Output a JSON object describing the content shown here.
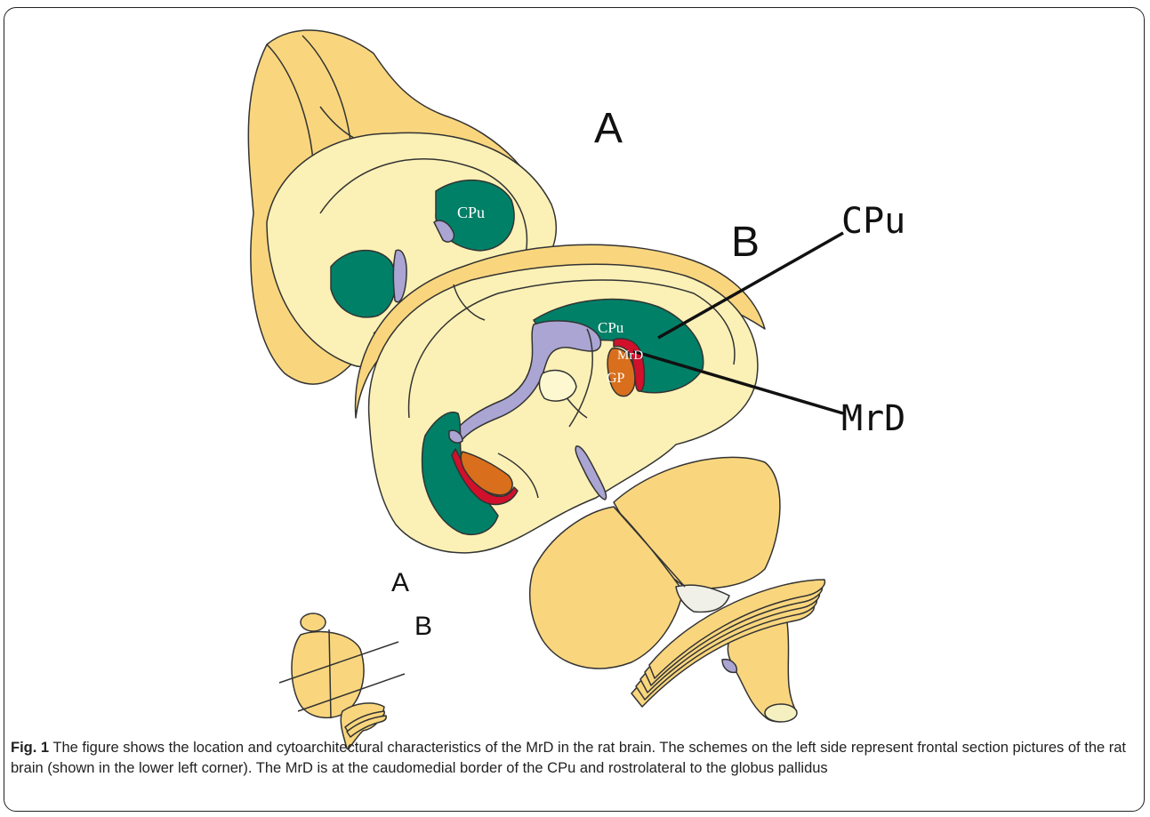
{
  "figure": {
    "panel_labels": {
      "large_a": "A",
      "large_b": "B",
      "small_a": "A",
      "small_b": "B"
    },
    "callouts": {
      "cpu_callout": "CPu",
      "mrd_callout": "MrD"
    },
    "region_labels": {
      "section_a_cpu": "CPu",
      "section_b_cpu": "CPu",
      "section_b_mrd": "MrD",
      "section_b_gp": "GP"
    },
    "colors": {
      "brain_surface": "#f9d67e",
      "section_tissue": "#fbf1b6",
      "caudate_putamen": "#008067",
      "globus_pallidus": "#d96f1c",
      "mrd": "#d1102c",
      "ventricle": "#aaa5d2"
    }
  },
  "caption": {
    "label": "Fig. 1",
    "text": " The figure shows the location and cytoarchitectural characteristics of the MrD in the rat brain. The schemes on the left side represent frontal section pictures of the rat brain (shown in the lower left corner). The MrD is at the caudomedial border of the CPu and rostrolateral to the globus pallidus"
  }
}
